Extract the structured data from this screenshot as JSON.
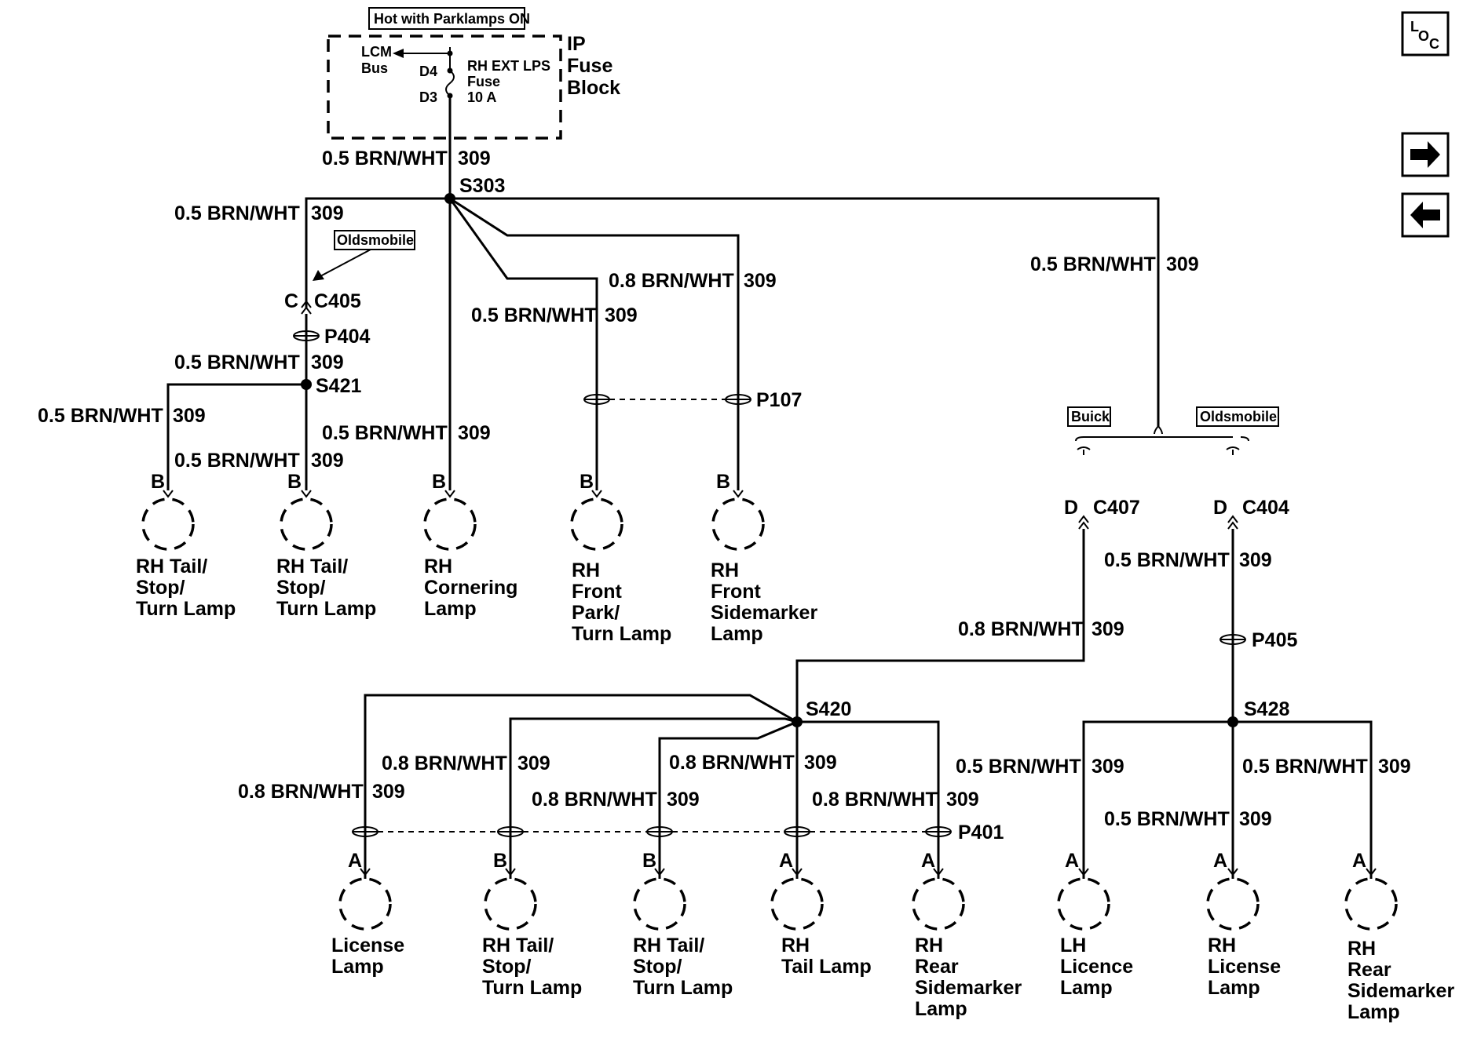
{
  "fuse_block": {
    "condition_label": "Hot with Parklamps ON",
    "name_lines": [
      "IP",
      "Fuse",
      "Block"
    ],
    "bus_lines": [
      "LCM",
      "Bus"
    ],
    "fuse_lines": [
      "RH EXT LPS",
      "Fuse",
      "10 A"
    ],
    "pin_top": "D4",
    "pin_bottom": "D3"
  },
  "wire": {
    "brn_05": "0.5 BRN/WHT",
    "brn_08": "0.8 BRN/WHT",
    "circuit": "309"
  },
  "splices": {
    "s303": "S303",
    "s421": "S421",
    "s420": "S420",
    "s428": "S428"
  },
  "connectors": {
    "c405": "C405",
    "c405_pin": "C",
    "p404": "P404",
    "p107": "P107",
    "c407": "C407",
    "c407_pin": "D",
    "c404": "C404",
    "c404_pin": "D",
    "p405": "P405",
    "p401": "P401"
  },
  "options": {
    "oldsmobile": "Oldsmobile",
    "buick": "Buick"
  },
  "lamps": {
    "tail_stop_turn_1": {
      "pin": "B",
      "lines": [
        "RH Tail/",
        "Stop/",
        "Turn Lamp"
      ]
    },
    "tail_stop_turn_2": {
      "pin": "B",
      "lines": [
        "RH Tail/",
        "Stop/",
        "Turn Lamp"
      ]
    },
    "cornering": {
      "pin": "B",
      "lines": [
        "RH",
        "Cornering",
        "Lamp"
      ]
    },
    "front_park_turn": {
      "pin": "B",
      "lines": [
        "RH",
        "Front",
        "Park/",
        "Turn Lamp"
      ]
    },
    "front_sidemarker": {
      "pin": "B",
      "lines": [
        "RH",
        "Front",
        "Sidemarker",
        "Lamp"
      ]
    },
    "license": {
      "pin": "A",
      "lines": [
        "License",
        "Lamp"
      ]
    },
    "rear_tail_stop_turn_1": {
      "pin": "B",
      "lines": [
        "RH Tail/",
        "Stop/",
        "Turn Lamp"
      ]
    },
    "rear_tail_stop_turn_2": {
      "pin": "B",
      "lines": [
        "RH Tail/",
        "Stop/",
        "Turn Lamp"
      ]
    },
    "rh_tail": {
      "pin": "A",
      "lines": [
        "RH",
        "Tail Lamp"
      ]
    },
    "rh_rear_sidemarker_1": {
      "pin": "A",
      "lines": [
        "RH",
        "Rear",
        "Sidemarker",
        "Lamp"
      ]
    },
    "lh_licence": {
      "pin": "A",
      "lines": [
        "LH",
        "Licence",
        "Lamp"
      ]
    },
    "rh_license": {
      "pin": "A",
      "lines": [
        "RH",
        "License",
        "Lamp"
      ]
    },
    "rh_rear_sidemarker_2": {
      "pin": "A",
      "lines": [
        "RH",
        "Rear",
        "Sidemarker",
        "Lamp"
      ]
    }
  },
  "nav": {
    "loc_top": "L",
    "loc_o": "O",
    "loc_c": "C",
    "forward_icon": "right-arrow-icon",
    "back_icon": "left-arrow-icon"
  }
}
